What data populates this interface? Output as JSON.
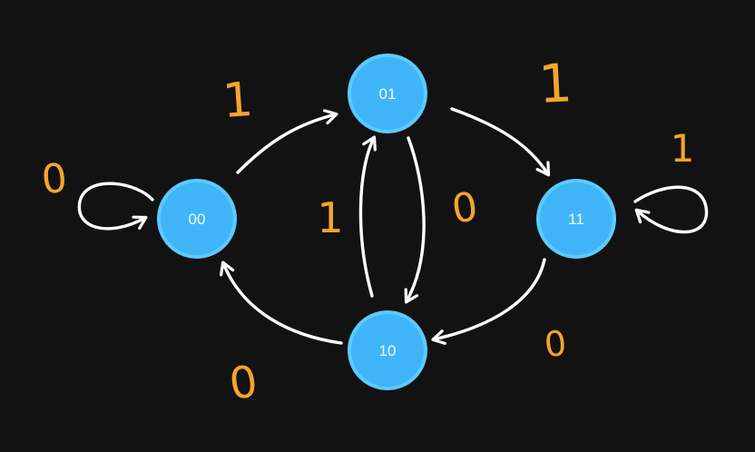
{
  "colors": {
    "background": "#121212",
    "state_fill": "#3fb5f8",
    "state_ring": "#5ccaff",
    "edge": "#ffffff",
    "edge_label": "#f4a52a"
  },
  "states": [
    {
      "id": "s00",
      "label": "00"
    },
    {
      "id": "s01",
      "label": "01"
    },
    {
      "id": "s11",
      "label": "11"
    },
    {
      "id": "s10",
      "label": "10"
    }
  ],
  "transitions": [
    {
      "from": "00",
      "to": "00",
      "label": "0"
    },
    {
      "from": "00",
      "to": "01",
      "label": "1"
    },
    {
      "from": "01",
      "to": "11",
      "label": "1"
    },
    {
      "from": "11",
      "to": "11",
      "label": "1"
    },
    {
      "from": "01",
      "to": "10",
      "label": "0"
    },
    {
      "from": "10",
      "to": "01",
      "label": "1"
    },
    {
      "from": "11",
      "to": "10",
      "label": "0"
    },
    {
      "from": "10",
      "to": "00",
      "label": "0"
    }
  ]
}
